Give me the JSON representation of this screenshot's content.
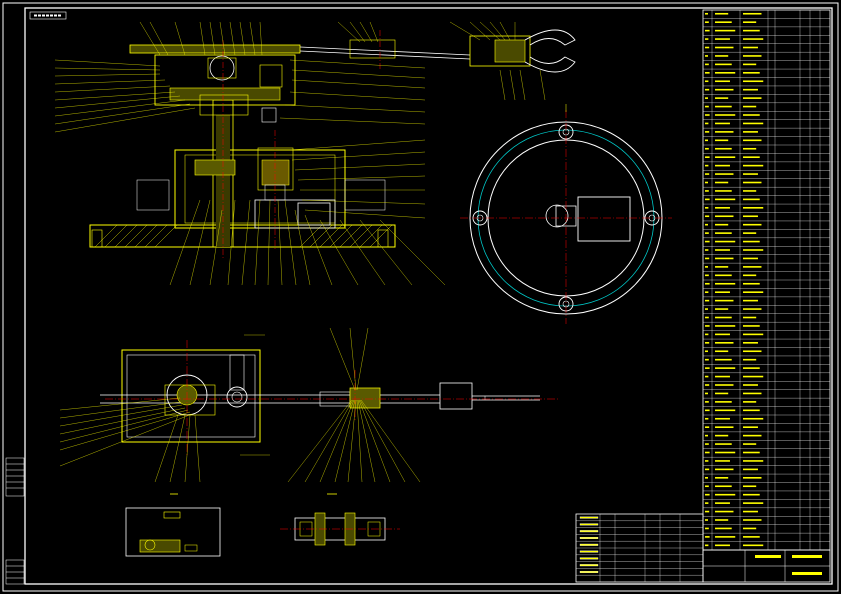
{
  "title_block": {
    "corner_tag": "",
    "side_label": ""
  },
  "colors": {
    "background": "#000000",
    "frame": "#ffffff",
    "part": "#ffff00",
    "hatch": "#ffff00",
    "leader": "#ffff00",
    "center_line": "#ff0000",
    "circle_accent": "#00c8c8",
    "table_line": "#ffffff",
    "table_text": "#ffff00"
  },
  "views": [
    {
      "id": "front-elevation",
      "note": ""
    },
    {
      "id": "top-plan-circle",
      "note": ""
    },
    {
      "id": "lower-plan",
      "note": ""
    },
    {
      "id": "detail-a",
      "note": ""
    },
    {
      "id": "detail-b",
      "note": ""
    }
  ],
  "parts_list": {
    "rows_visible": 64,
    "header": "",
    "cells": []
  },
  "title_table": {
    "cells": []
  }
}
